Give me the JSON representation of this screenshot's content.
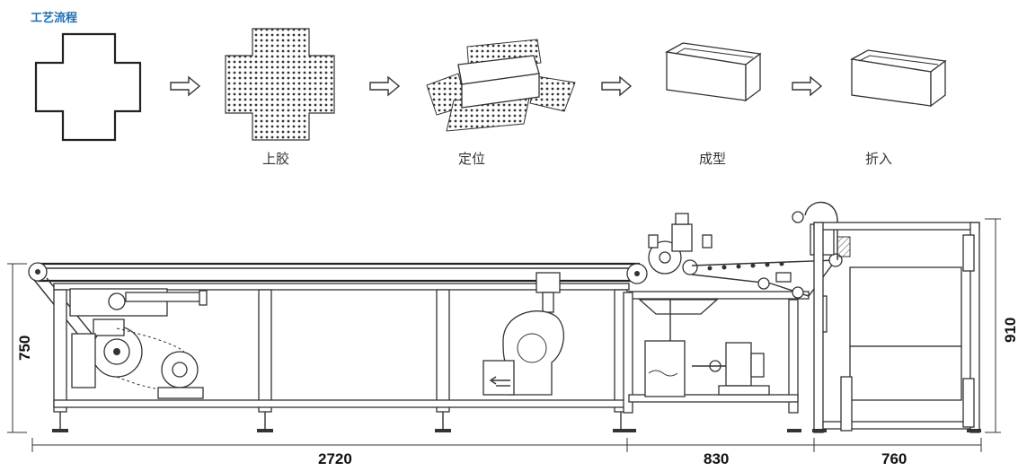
{
  "title": "工艺流程",
  "steps": [
    {
      "label": ""
    },
    {
      "label": "上胶"
    },
    {
      "label": "定位"
    },
    {
      "label": "成型"
    },
    {
      "label": "折入"
    }
  ],
  "dimensions": {
    "conveyor_length": "2720",
    "middle_length": "830",
    "right_length": "760",
    "table_height": "750",
    "total_height": "910"
  },
  "colors": {
    "title": "#1f6fb2",
    "line": "#333333",
    "background": "#ffffff"
  }
}
